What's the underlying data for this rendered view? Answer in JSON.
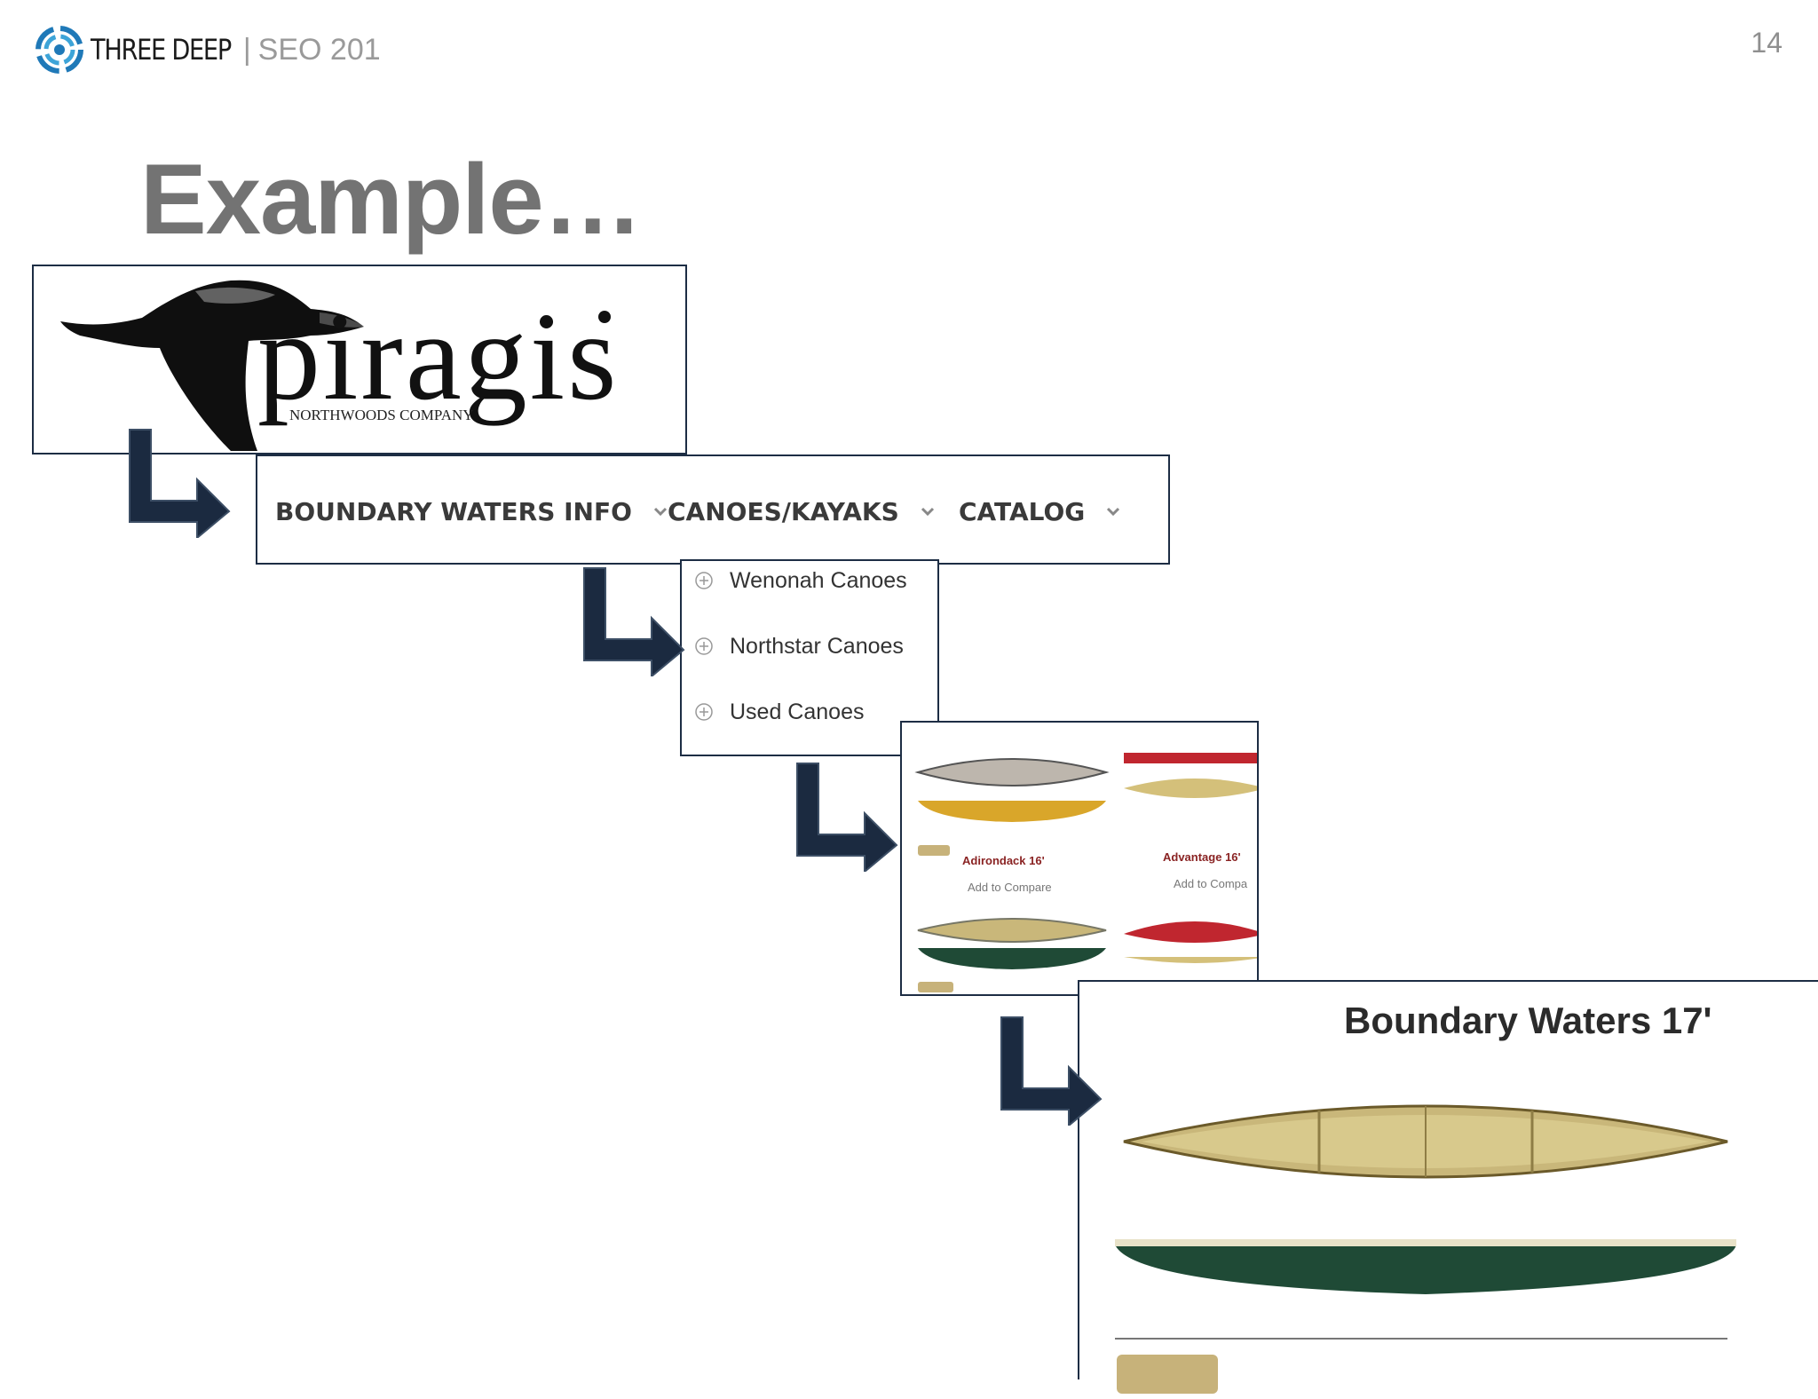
{
  "header": {
    "brand_name": "THREE DEEP",
    "separator": "|",
    "course": "SEO 201",
    "slide_number": "14"
  },
  "slide": {
    "title": "Example…"
  },
  "logo": {
    "wordmark": "piragis",
    "subtitle": "NORTHWOODS COMPANY"
  },
  "nav": {
    "items": [
      {
        "label": "BOUNDARY WATERS INFO"
      },
      {
        "label": "CANOES/KAYAKS"
      },
      {
        "label": "CATALOG"
      }
    ]
  },
  "dropdown": {
    "items": [
      {
        "label": "Wenonah Canoes"
      },
      {
        "label": "Northstar Canoes"
      },
      {
        "label": "Used Canoes"
      }
    ]
  },
  "product_grid": {
    "products": [
      {
        "name": "Adirondack 16'",
        "compare": "Add to Compare"
      },
      {
        "name": "Advantage 16'",
        "compare": "Add to Compa"
      }
    ]
  },
  "product_detail": {
    "title": "Boundary Waters 17'"
  },
  "colors": {
    "title_gray": "#737373",
    "panel_border": "#1d2d44",
    "arrow_navy": "#1b2a40",
    "canoe_green": "#1f4a36",
    "canoe_tan": "#c9b77a"
  }
}
